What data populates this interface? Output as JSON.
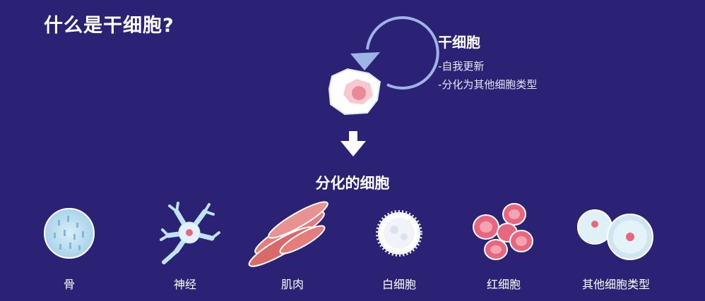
{
  "title": "什么是干细胞?",
  "stem_cell": {
    "heading": "干细胞",
    "properties": [
      "-自我更新",
      "-分化为其他细胞类型"
    ]
  },
  "differentiated_label": "分化的细胞",
  "cells": [
    {
      "label": "骨",
      "icon": "bone-cell-icon"
    },
    {
      "label": "神经",
      "icon": "nerve-cell-icon"
    },
    {
      "label": "肌肉",
      "icon": "muscle-cell-icon"
    },
    {
      "label": "白细胞",
      "icon": "white-blood-cell-icon"
    },
    {
      "label": "红细胞",
      "icon": "red-blood-cell-icon"
    },
    {
      "label": "其他细胞类型",
      "icon": "other-cell-types-icon"
    }
  ],
  "colors": {
    "background": "#2b2275",
    "arrow": "#9fb4e6",
    "cell_pink": "#e8677f",
    "cell_light": "#cfe6f2"
  }
}
